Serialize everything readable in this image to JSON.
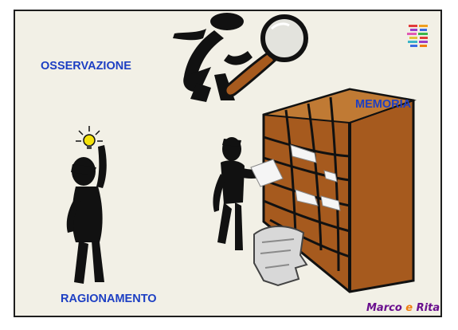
{
  "slide": {
    "labels": {
      "observation": "OSSERVAZIONE",
      "memory": "MEMORIA",
      "reasoning": "RAGIONAMENTO"
    },
    "brand": {
      "name1": "Marco",
      "conjunction": "e",
      "name2": "Rita",
      "colors": {
        "name1": "#6a0f8e",
        "conjunction": "#f07e10",
        "name2": "#6a0f8e"
      }
    }
  },
  "icons": [
    "magnifying-glass-figure-icon",
    "thinking-figure-icon",
    "lightbulb-icon",
    "filing-figure-icon",
    "shelf-icon",
    "paper-pile-icon",
    "color-blocks-logo-icon"
  ],
  "colors": {
    "label": "#1d3fc3",
    "shelf_wood": "#a65a1e",
    "slide_bg": "#f2f0e6",
    "border": "#1e1e1e"
  }
}
